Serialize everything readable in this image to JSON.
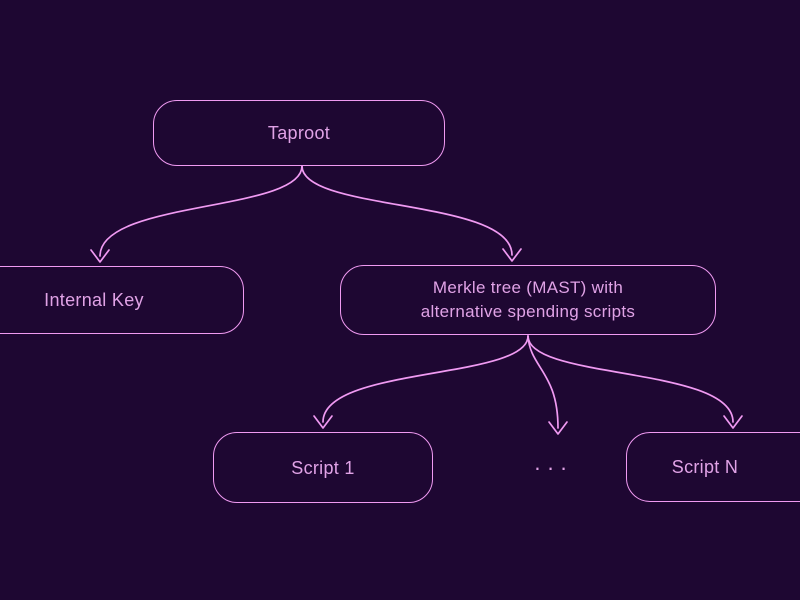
{
  "colors": {
    "background": "#1e0732",
    "line": "#f09af2",
    "text": "#e0a2e6"
  },
  "nodes": {
    "taproot": {
      "label": "Taproot"
    },
    "internal_key": {
      "label": "Internal Key"
    },
    "merkle": {
      "line1": "Merkle tree (MAST) with",
      "line2": "alternative spending scripts"
    },
    "script_1": {
      "label": "Script 1"
    },
    "ellipsis": {
      "label": "..."
    },
    "script_n": {
      "label": "Script N"
    }
  },
  "edges": [
    {
      "from": "Taproot",
      "to": "Internal Key"
    },
    {
      "from": "Taproot",
      "to": "Merkle tree (MAST) with alternative spending scripts"
    },
    {
      "from": "Merkle tree (MAST) with alternative spending scripts",
      "to": "Script 1"
    },
    {
      "from": "Merkle tree (MAST) with alternative spending scripts",
      "to": "..."
    },
    {
      "from": "Merkle tree (MAST) with alternative spending scripts",
      "to": "Script N"
    }
  ]
}
